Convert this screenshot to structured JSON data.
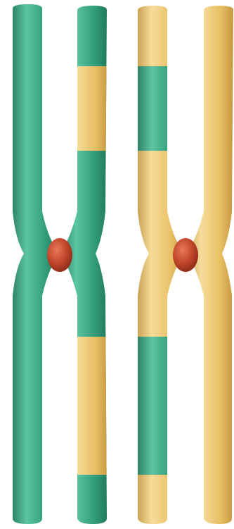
{
  "colors": {
    "background": "#ffffff",
    "green": "#2f9a78",
    "green_light": "#5cc5a2",
    "green_dark": "#1b6b52",
    "yellow": "#e8bf63",
    "yellow_light": "#f6dd9c",
    "yellow_dark": "#b98a34",
    "centromere": "#c2472c",
    "centromere_light": "#e8795a",
    "centromere_dark": "#8a2a17"
  },
  "chromosomes": [
    {
      "id": "chromosome-1",
      "sister_chromatids": [
        {
          "id": "chromatid-1a",
          "base_color": "green",
          "bands": []
        },
        {
          "id": "chromatid-1b",
          "base_color": "green",
          "bands": [
            "yellow",
            "yellow"
          ]
        }
      ]
    },
    {
      "id": "chromosome-2",
      "sister_chromatids": [
        {
          "id": "chromatid-2a",
          "base_color": "yellow",
          "bands": [
            "green",
            "green"
          ]
        },
        {
          "id": "chromatid-2b",
          "base_color": "yellow",
          "bands": []
        }
      ]
    }
  ]
}
